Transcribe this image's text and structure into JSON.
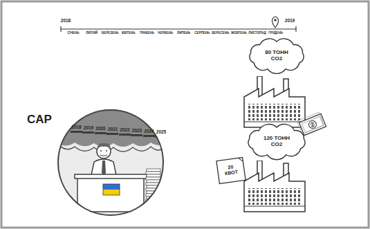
{
  "diagram": {
    "nodes": [
      {
        "text": [
          "CAP"
        ]
      },
      {
        "text": [
          "80 ТОНН CO2"
        ]
      },
      {
        "text": [
          "20 КВОТ"
        ]
      },
      {
        "text": [
          "120 ТОНН CO2"
        ]
      }
    ],
    "labels": [
      "2018",
      "2019",
      "СІЧЕНЬ",
      "ЛЮТИЙ",
      "БЕРЕЗЕНЬ",
      "КВІТЕНЬ",
      "ТРАВЕНЬ",
      "ЧЕРВЕНЬ",
      "ЛИПЕНЬ",
      "СЕРПЕНЬ",
      "ВЕРЕСЕНЬ",
      "ЖОВТЕНЬ",
      "ЛИСТОПАД",
      "ГРУДЕНЬ",
      "2018",
      "2019",
      "2020",
      "2021",
      "2022",
      "2023",
      "2024",
      "2025"
    ]
  }
}
